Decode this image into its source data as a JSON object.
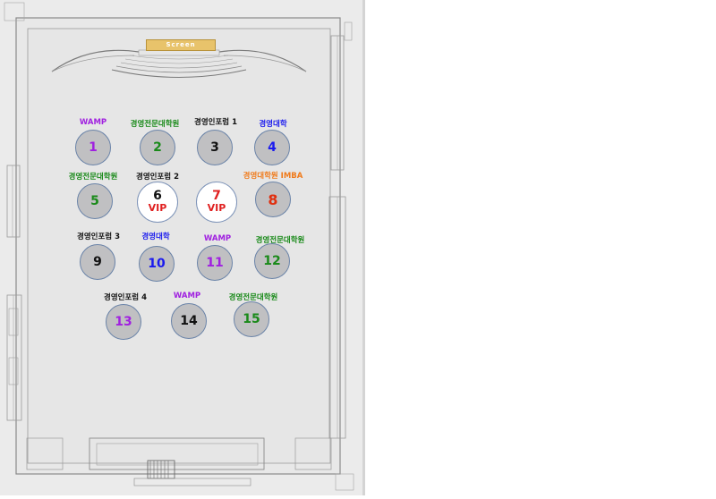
{
  "screen_label": "Screen",
  "vip_label": "VIP",
  "colors": {
    "wamp": "#a020e0",
    "grad": "#1a8a1a",
    "forum": "#111111",
    "univ": "#1a1aee",
    "imba_label": "#f07a1a",
    "imba_num": "#e03010",
    "vip_num": "#e02020"
  },
  "tables": [
    {
      "num": "1",
      "label": "WAMP"
    },
    {
      "num": "2",
      "label": "경영전문대학원"
    },
    {
      "num": "3",
      "label": "경영인포럼 1"
    },
    {
      "num": "4",
      "label": "경영대학"
    },
    {
      "num": "5",
      "label": "경영전문대학원"
    },
    {
      "num": "6",
      "label": "경영인포럼 2"
    },
    {
      "num": "7",
      "label": ""
    },
    {
      "num": "8",
      "label": "경영대학원 IMBA"
    },
    {
      "num": "9",
      "label": "경영인포럼 3"
    },
    {
      "num": "10",
      "label": "경영대학"
    },
    {
      "num": "11",
      "label": "WAMP"
    },
    {
      "num": "12",
      "label": "경영전문대학원"
    },
    {
      "num": "13",
      "label": "경영인포럼 4"
    },
    {
      "num": "14",
      "label": "WAMP"
    },
    {
      "num": "15",
      "label": "경영전문대학원"
    }
  ]
}
